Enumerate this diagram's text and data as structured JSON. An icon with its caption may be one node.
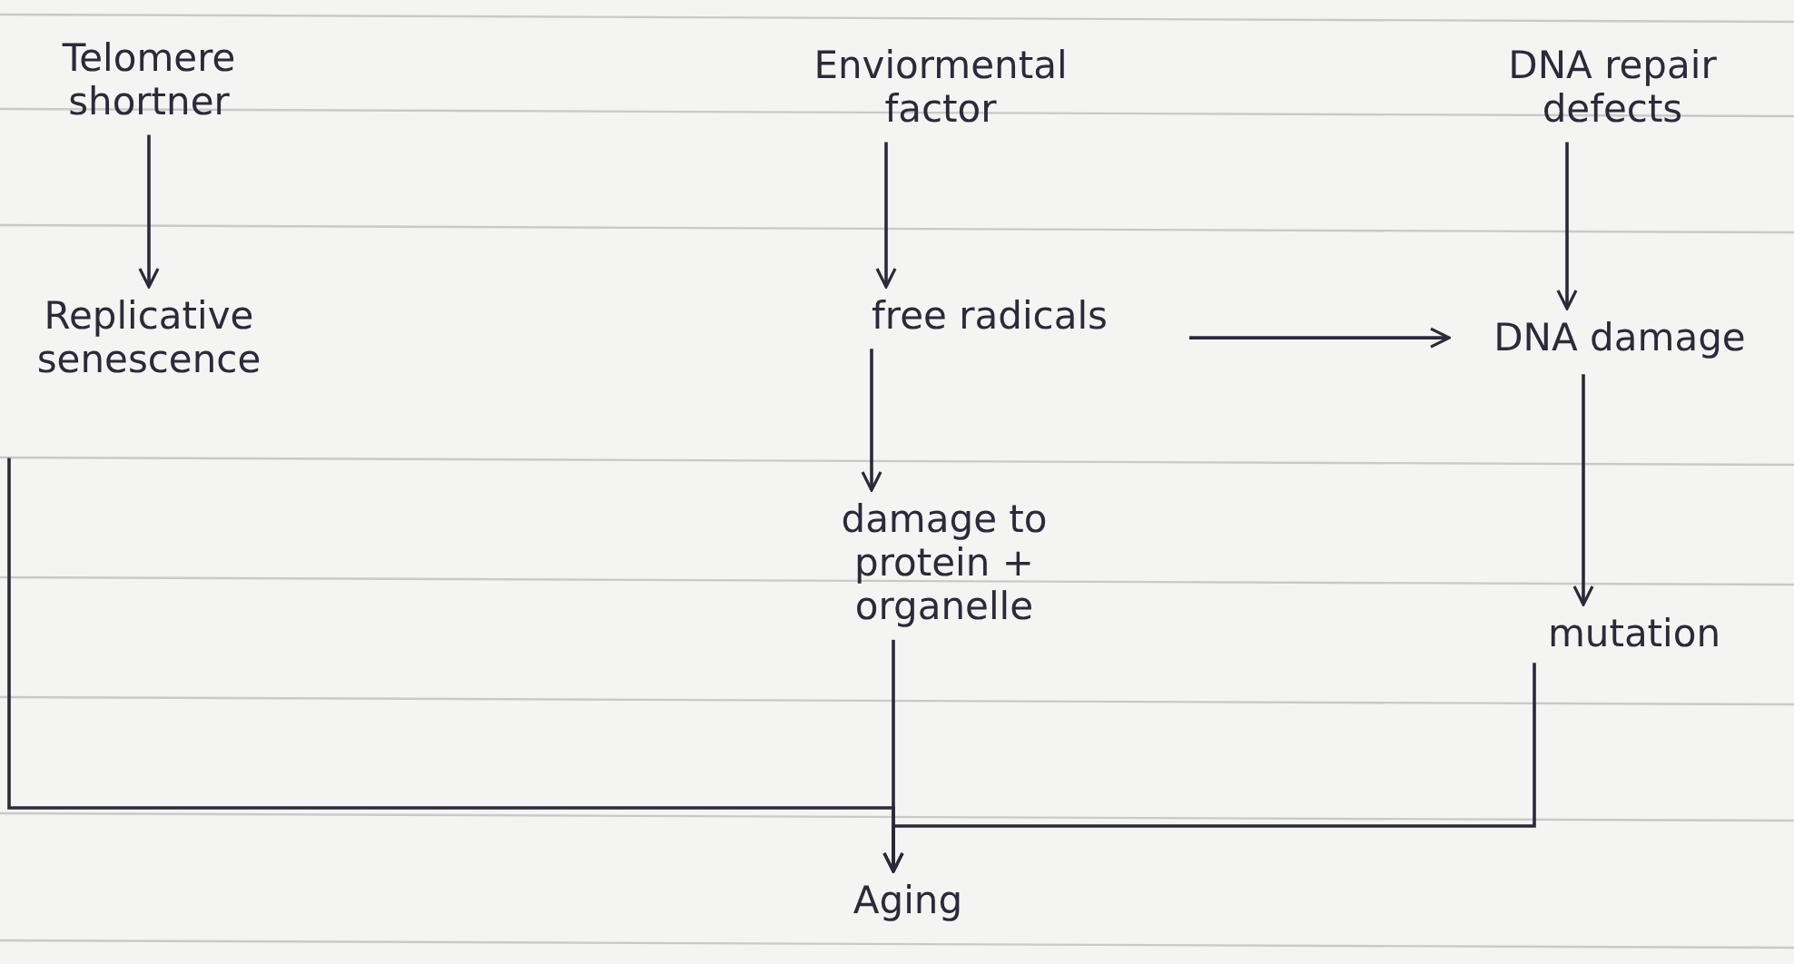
{
  "diagram": {
    "nodes": [
      {
        "text": [
          "Telomere shortner"
        ]
      },
      {
        "text": [
          "Enviormental factor"
        ]
      },
      {
        "text": [
          "DNA repair defects"
        ]
      },
      {
        "text": [
          "Replicative senescence"
        ]
      },
      {
        "text": [
          "free radicals"
        ]
      },
      {
        "text": [
          "DNA damage"
        ]
      },
      {
        "text": [
          "damage to protein + organelle"
        ]
      },
      {
        "text": [
          "mutation"
        ]
      },
      {
        "text": [
          "Aging"
        ]
      }
    ],
    "edges": [
      {
        "from": 0,
        "to": 3,
        "arrow": "to"
      },
      {
        "from": 1,
        "to": 4,
        "arrow": "to"
      },
      {
        "from": 2,
        "to": 5,
        "arrow": "to"
      },
      {
        "from": 4,
        "to": 5,
        "arrow": "to"
      },
      {
        "from": 4,
        "to": 6,
        "arrow": "to"
      },
      {
        "from": 5,
        "to": 7,
        "arrow": "to"
      },
      {
        "from": 3,
        "to": 8,
        "arrow": "to"
      },
      {
        "from": 6,
        "to": 8,
        "arrow": "to"
      },
      {
        "from": 7,
        "to": 8,
        "arrow": "to"
      }
    ]
  }
}
